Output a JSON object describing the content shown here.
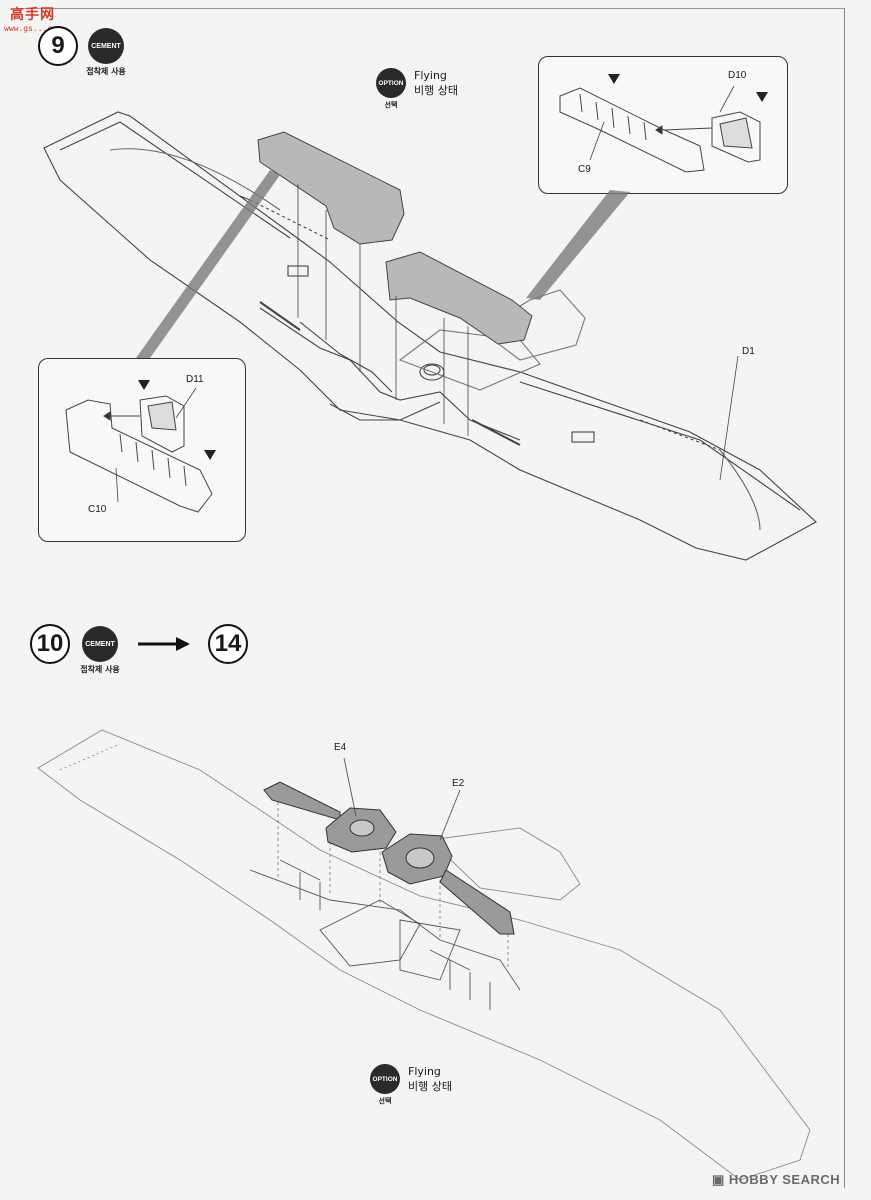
{
  "watermark": {
    "cn_text": "高手网",
    "site": "www.gs...com"
  },
  "step9": {
    "number": "9",
    "cement": {
      "label": "CEMENT",
      "sub": "접착제 사용"
    },
    "option": {
      "label": "OPTION",
      "sub": "선택",
      "line1": "Flying",
      "line2": "비행 상태"
    },
    "detail_right": {
      "labels": {
        "c9": "C9",
        "d10": "D10"
      }
    },
    "detail_left": {
      "labels": {
        "c10": "C10",
        "d11": "D11"
      }
    },
    "part_d1": "D1"
  },
  "step10": {
    "number": "10",
    "cement": {
      "label": "CEMENT",
      "sub": "접착제 사용"
    },
    "goto": "14",
    "option": {
      "label": "OPTION",
      "sub": "선택",
      "line1": "Flying",
      "line2": "비행 상태"
    },
    "part_e4": "E4",
    "part_e2": "E2"
  },
  "footer": {
    "brand": "HOBBY SEARCH",
    "brand_prefix": "▣"
  }
}
